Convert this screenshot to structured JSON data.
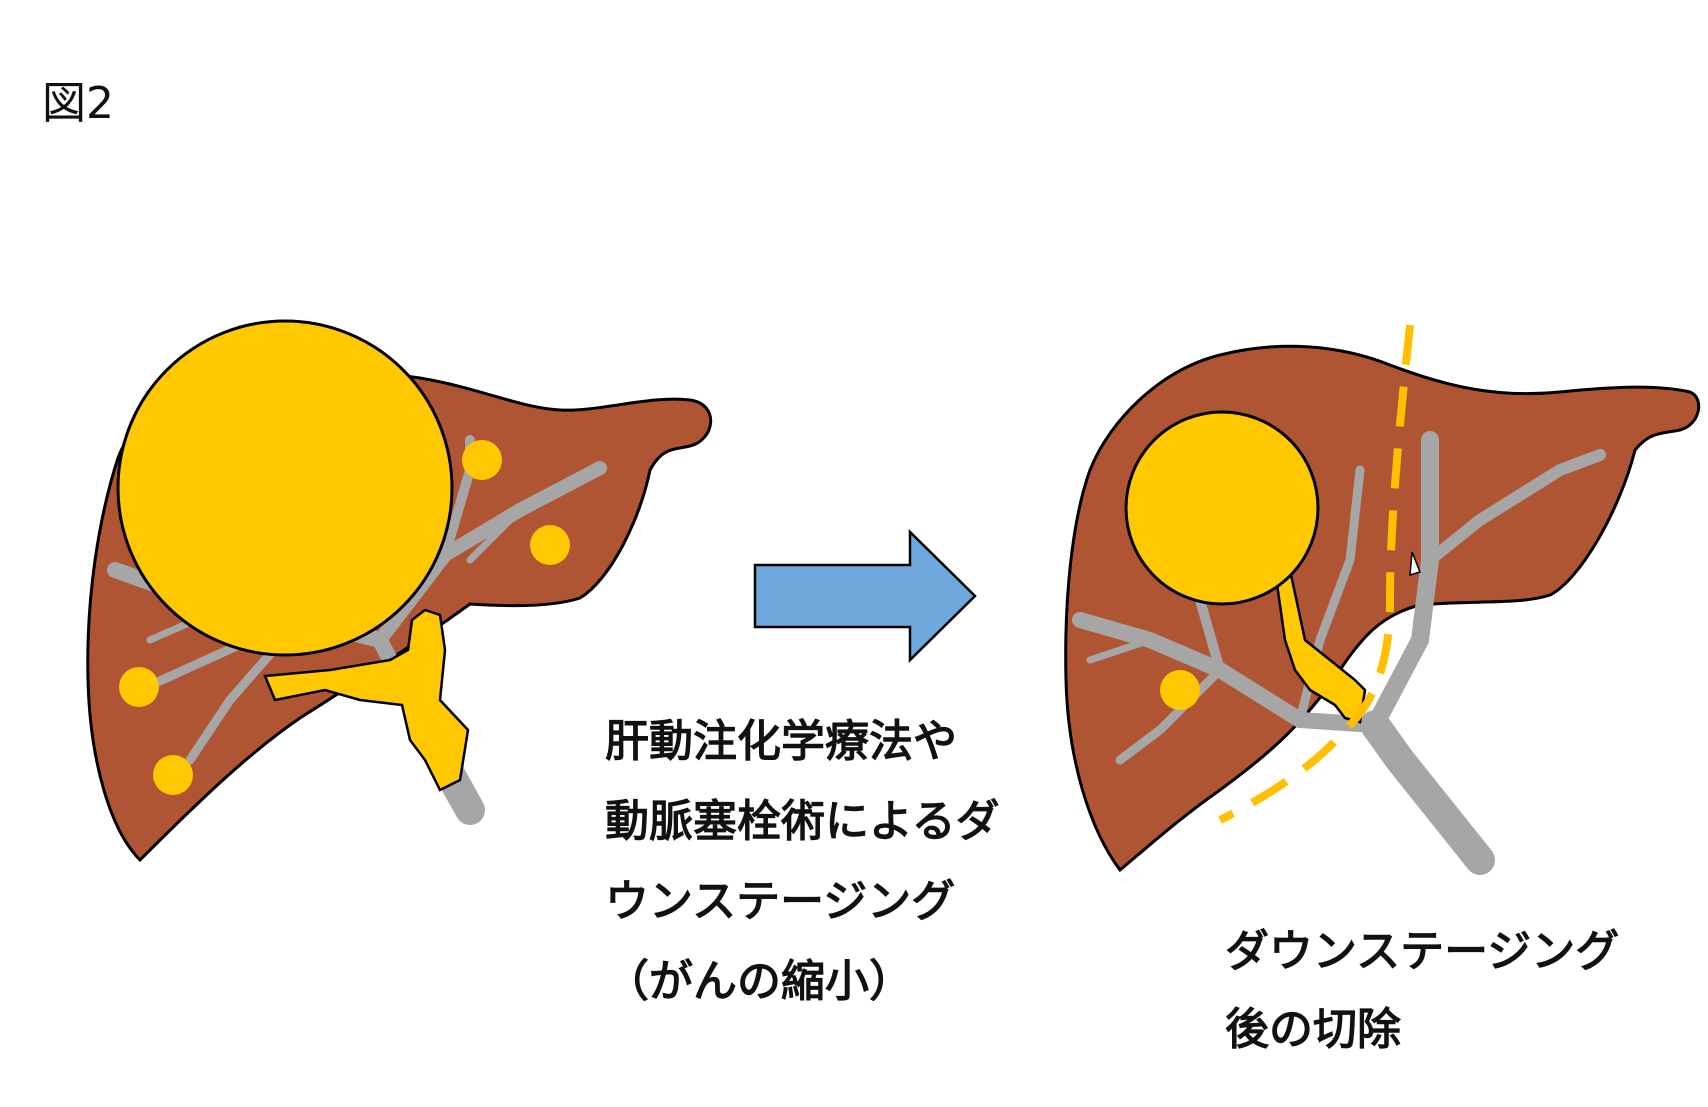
{
  "figure_label": "図2",
  "middle_caption": {
    "line1": "肝動注化学療法や",
    "line2": "動脈塞栓術によるダ",
    "line3": "ウンステージング",
    "line4": "（がんの縮小）"
  },
  "right_caption": {
    "line1": "ダウンステージング",
    "line2": "後の切除"
  },
  "colors": {
    "liver": "#b05533",
    "tumor": "#ffc800",
    "vessel": "#a6a6a6",
    "arrow": "#6fa8dc",
    "outline": "#000000",
    "cut_line": "#ffc000"
  }
}
